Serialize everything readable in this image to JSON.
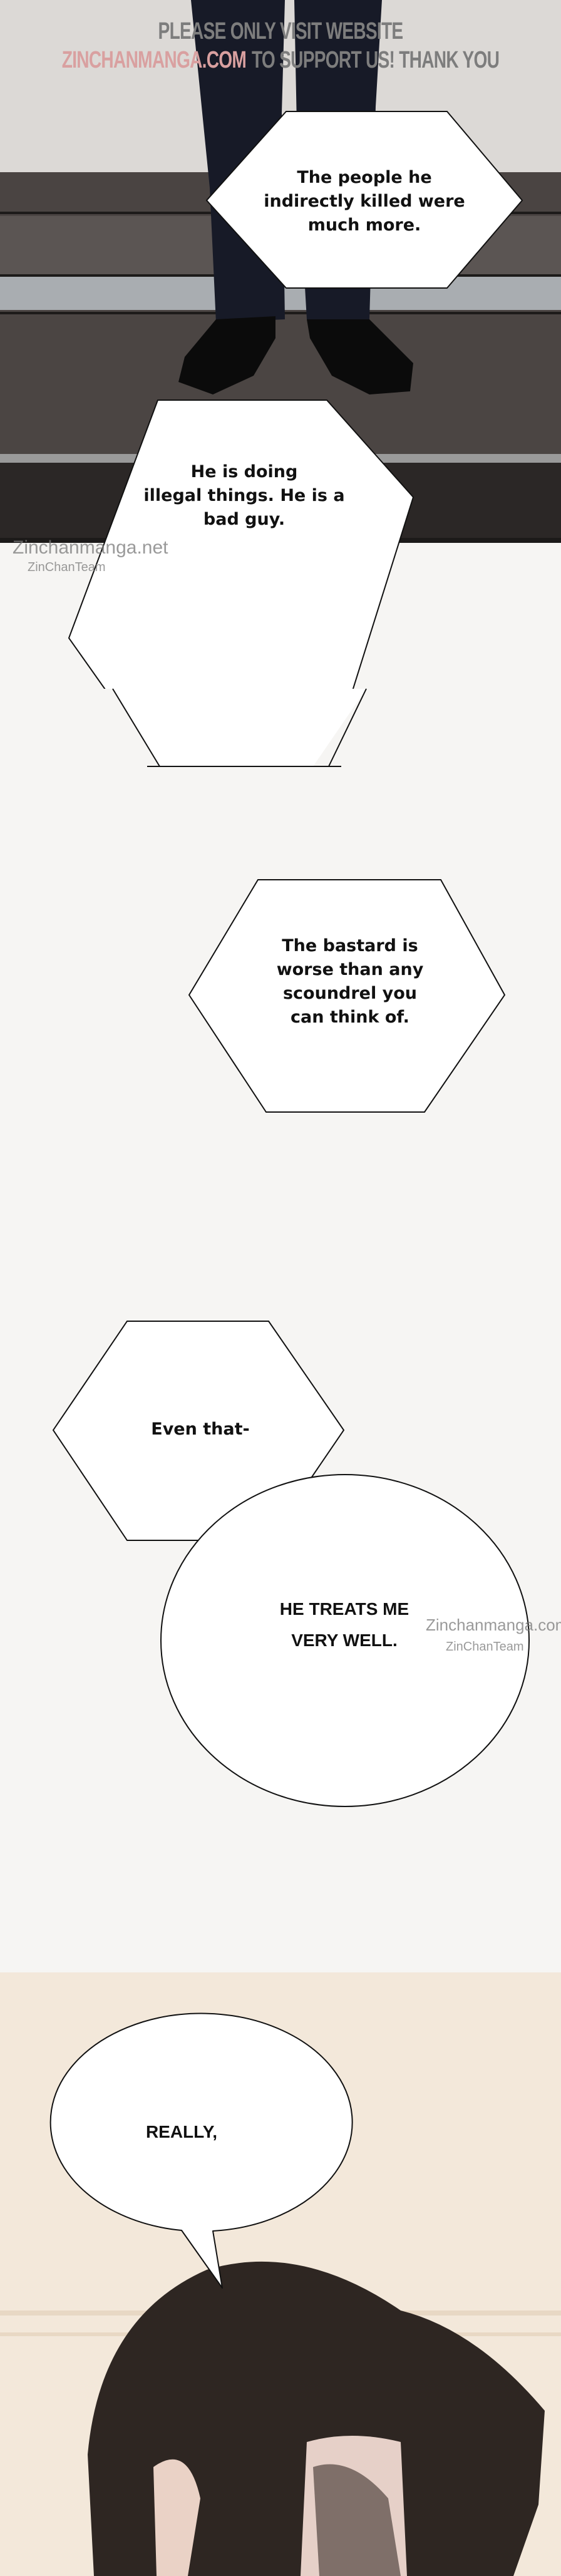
{
  "watermark": {
    "line1": "PLEASE ONLY VISIT WEBSITE",
    "site": "ZINCHANMANGA.COM",
    "line2_rest": "TO SUPPORT US! THANK YOU",
    "site_color": "#d9a0a0",
    "text_color": "#7d7d7d"
  },
  "credits": [
    {
      "site": "Zinchanmanga.net",
      "team": "ZinChanTeam"
    },
    {
      "site": "Zinchanmanga.com",
      "team": "ZinChanTeam"
    }
  ],
  "bubbles": [
    {
      "text": "The people he\nindirectly killed were\nmuch more."
    },
    {
      "text": "He is doing\nillegal things. He is a\nbad guy."
    },
    {
      "text": "The bastard is\nworse than any\nscoundrel you\ncan think of."
    },
    {
      "text": "Even that-"
    },
    {
      "text": "HE TREATS ME\nVERY WELL."
    },
    {
      "text": "REALLY,"
    }
  ]
}
